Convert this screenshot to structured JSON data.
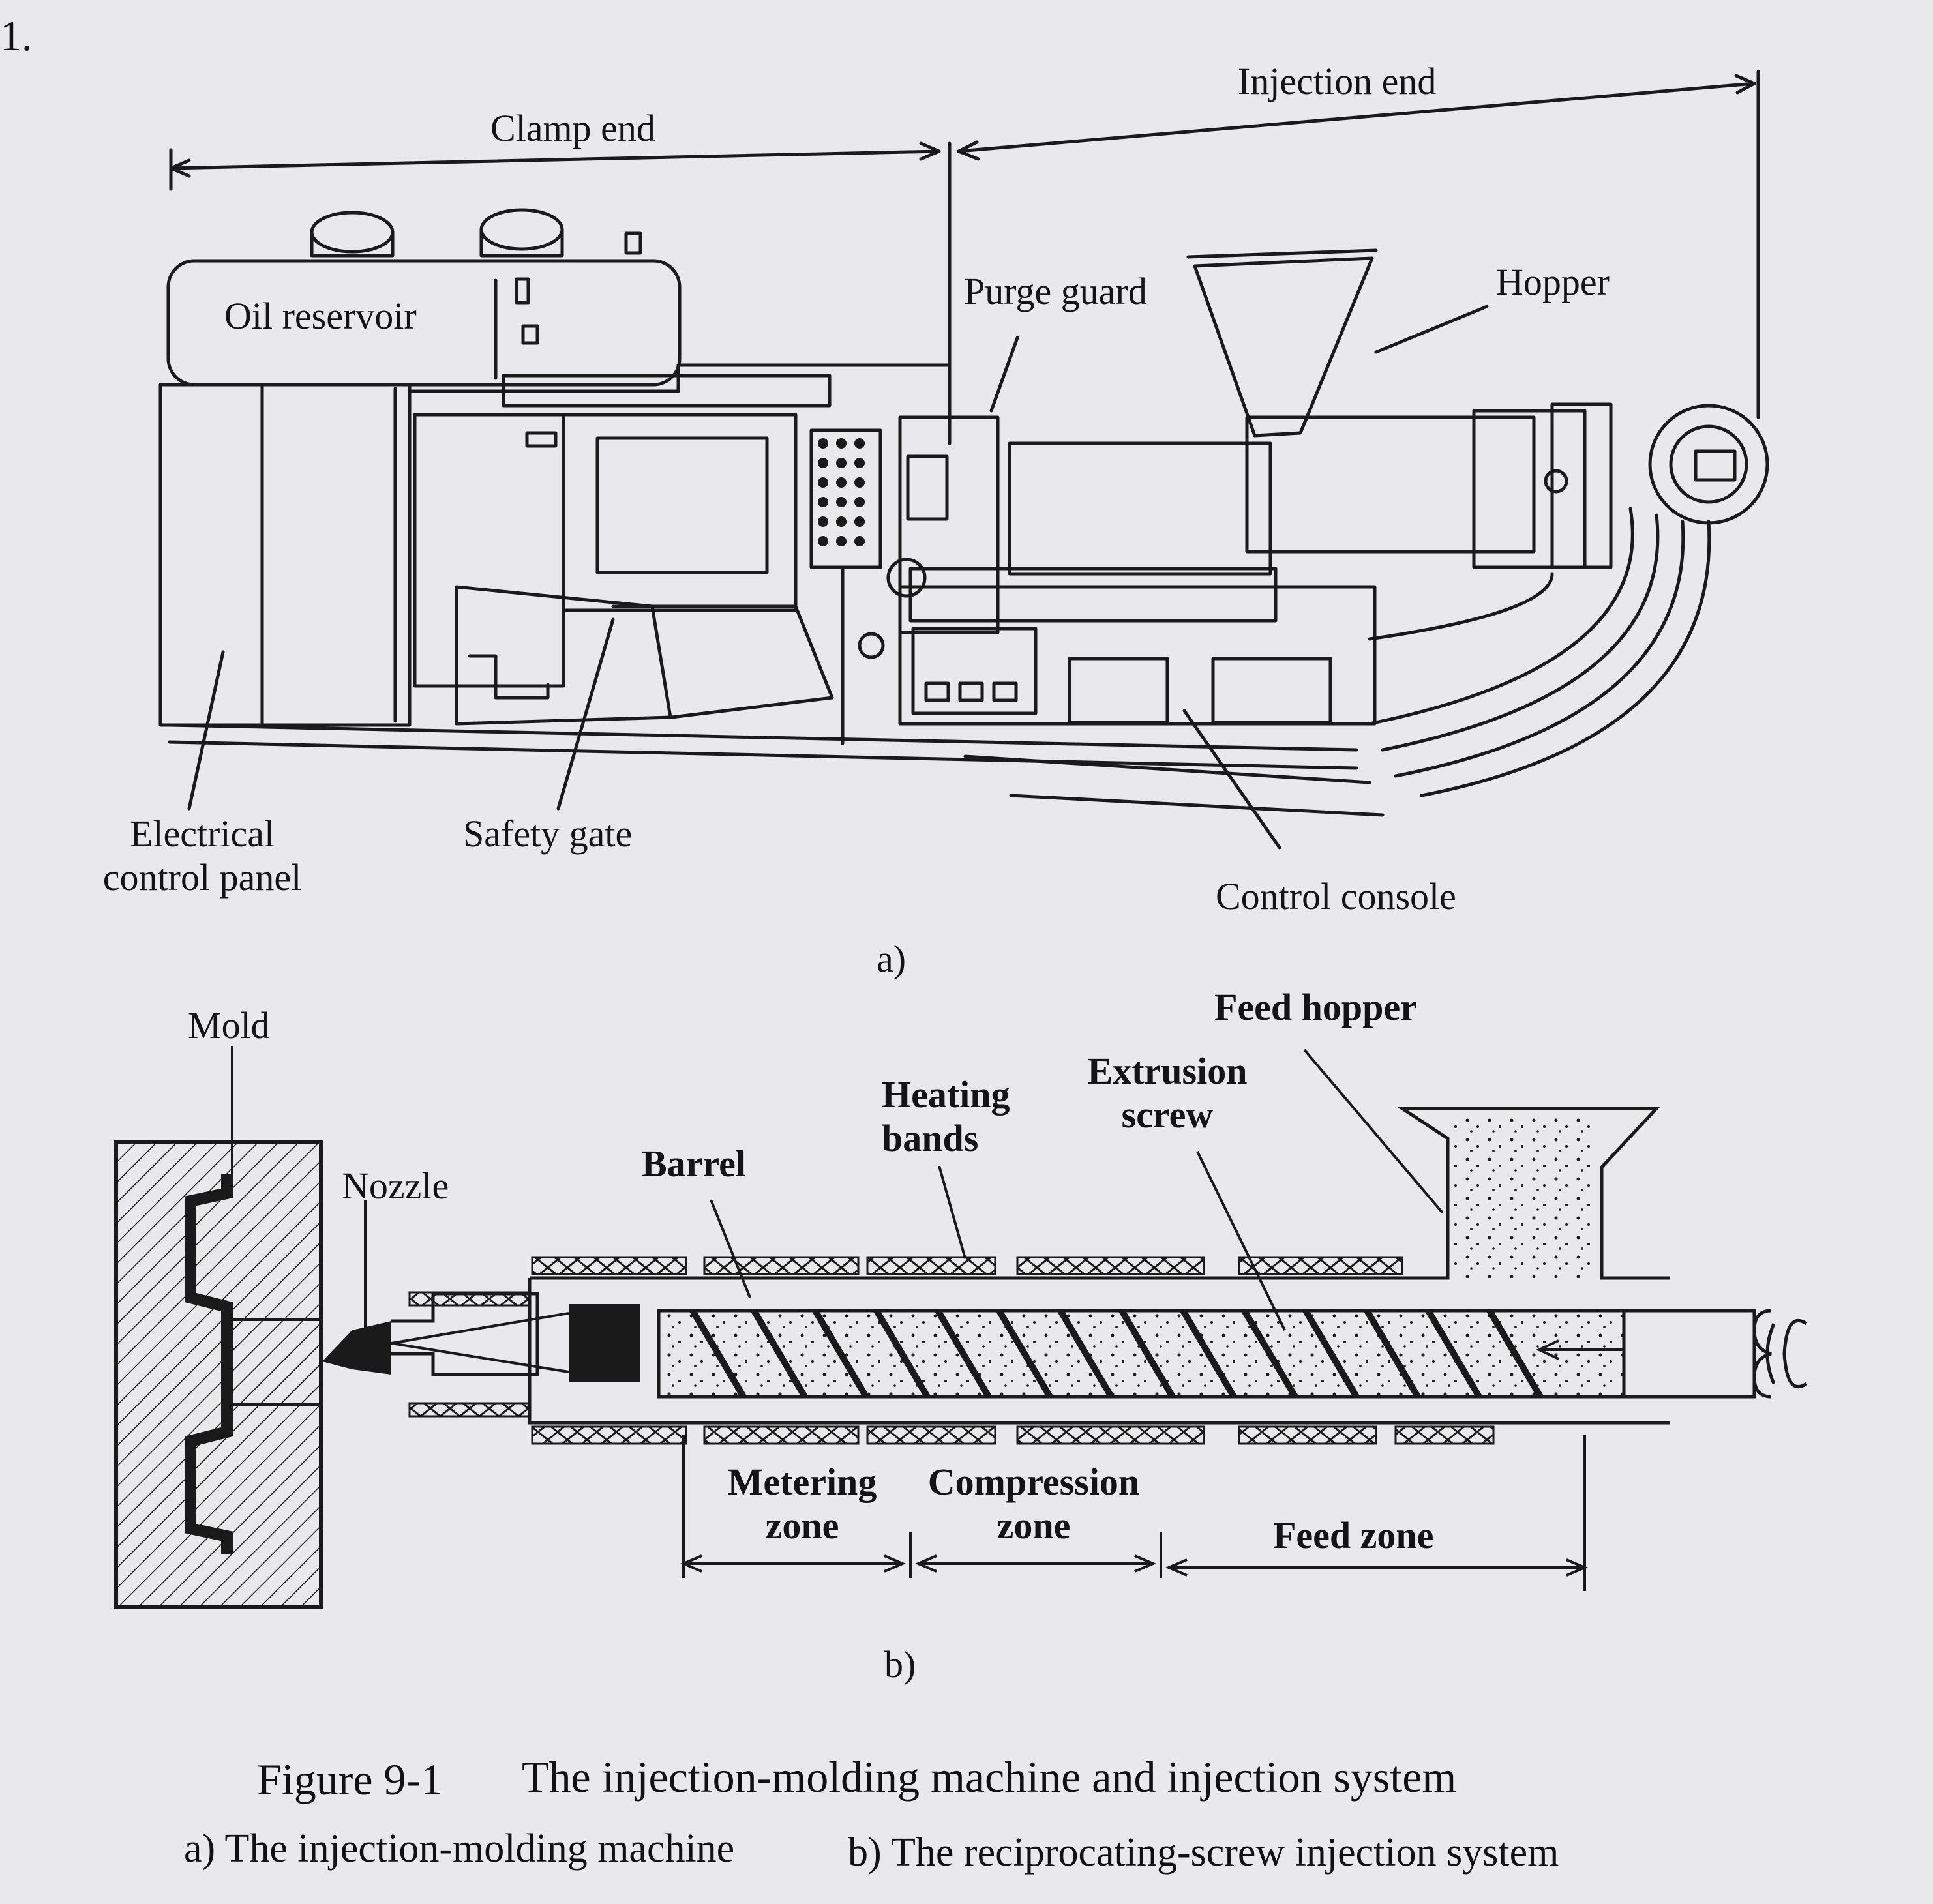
{
  "page_number": "1.",
  "figure_a": {
    "span_labels": {
      "clamp_end": "Clamp end",
      "injection_end": "Injection end"
    },
    "labels": {
      "oil_reservoir": "Oil reservoir",
      "purge_guard": "Purge guard",
      "hopper": "Hopper",
      "electrical_control_panel_line1": "Electrical",
      "electrical_control_panel_line2": "control panel",
      "safety_gate": "Safety gate",
      "control_console": "Control console"
    },
    "sublabel": "a)"
  },
  "figure_b": {
    "labels": {
      "mold": "Mold",
      "nozzle": "Nozzle",
      "barrel": "Barrel",
      "heating_bands_line1": "Heating",
      "heating_bands_line2": "bands",
      "extrusion_screw_line1": "Extrusion",
      "extrusion_screw_line2": "screw",
      "feed_hopper": "Feed hopper"
    },
    "zones": {
      "metering_line1": "Metering",
      "metering_line2": "zone",
      "compression_line1": "Compression",
      "compression_line2": "zone",
      "feed": "Feed zone"
    },
    "sublabel": "b)"
  },
  "caption": {
    "number": "Figure 9-1",
    "title": "The injection-molding machine and injection system",
    "part_a": "a)  The injection-molding machine",
    "part_b": "b)  The reciprocating-screw injection system"
  }
}
